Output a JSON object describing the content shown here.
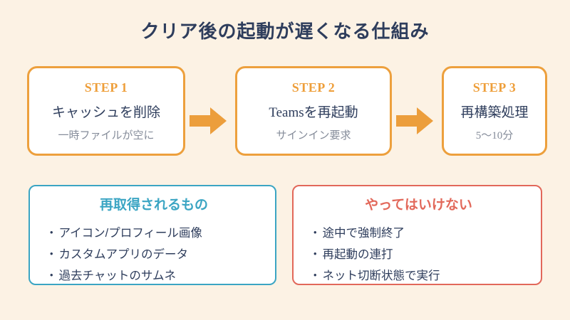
{
  "title": "クリア後の起動が遅くなる仕組み",
  "bullet": "・",
  "steps": [
    {
      "label": "STEP 1",
      "main": "キャッシュを削除",
      "sub": "一時ファイルが空に"
    },
    {
      "label": "STEP 2",
      "main": "Teamsを再起動",
      "sub": "サインイン要求"
    },
    {
      "label": "STEP 3",
      "main": "再構築処理",
      "sub": "5〜10分"
    }
  ],
  "info_boxes": [
    {
      "title": "再取得されるもの",
      "accent_color": "#3BA5C3",
      "items": [
        "アイコン/プロフィール画像",
        "カスタムアプリのデータ",
        "過去チャットのサムネ"
      ]
    },
    {
      "title": "やってはいけない",
      "accent_color": "#E2685A",
      "items": [
        "途中で強制終了",
        "再起動の連打",
        "ネット切断状態で実行"
      ]
    }
  ],
  "colors": {
    "background": "#FCF2E4",
    "card_background": "#FFFFFF",
    "step_border": "#EDA03D",
    "step_label": "#EE9F3B",
    "arrow": "#EC9E3C",
    "heading_text": "#2E3D5C",
    "body_text": "#2E3D5C",
    "sub_text": "#858C9A",
    "reacquired_accent": "#3BA5C3",
    "warning_accent": "#E2685A"
  }
}
